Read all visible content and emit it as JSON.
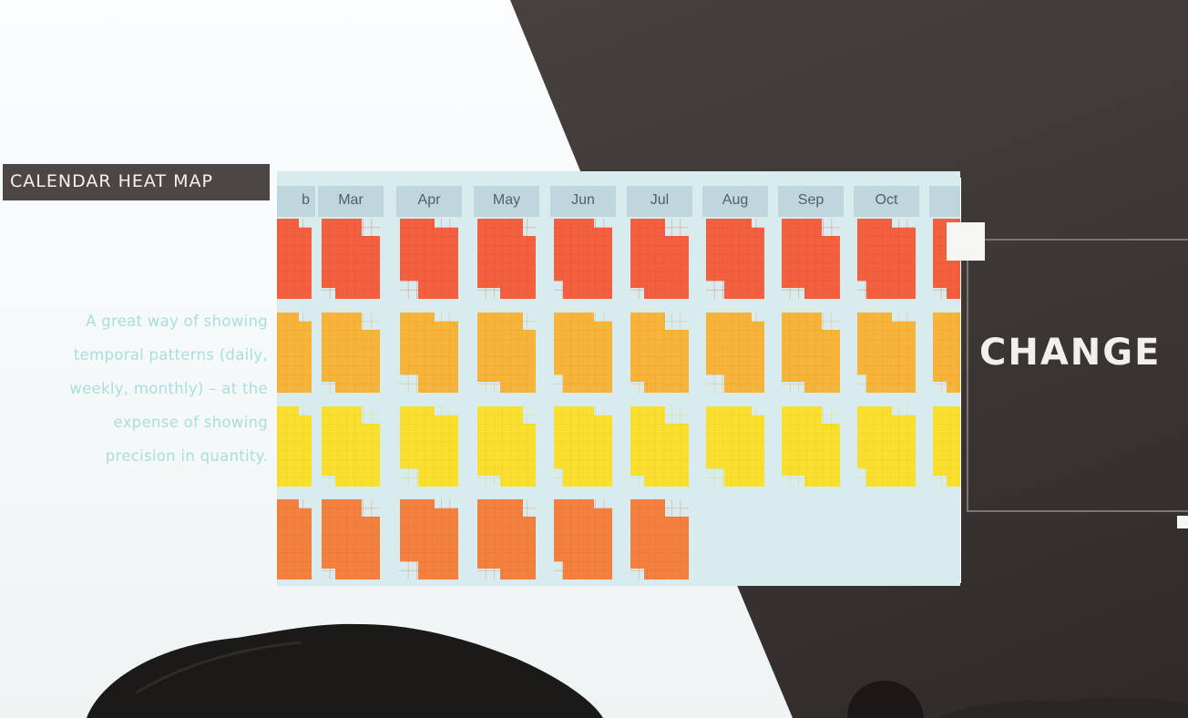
{
  "slide": {
    "title": "CALENDAR HEAT MAP",
    "description_lines": [
      "A great way of showing",
      "temporal patterns (daily,",
      "weekly, monthly) – at the",
      "expense of showing",
      "precision in quantity."
    ],
    "side_heading": "CHANGE"
  },
  "heatmap": {
    "months": [
      "b",
      "Mar",
      "Apr",
      "May",
      "Jun",
      "Jul",
      "Aug",
      "Sep",
      "Oct",
      ""
    ],
    "row_colors": [
      "#f2603f",
      "#f7b43a",
      "#f9df2e",
      "#f2813f"
    ],
    "colors": {
      "panel": "#d8ecef",
      "header": "#bfd6dd",
      "slide": "#f8fbfc",
      "dark": "#3f3937",
      "description": "#a9dedc"
    }
  }
}
